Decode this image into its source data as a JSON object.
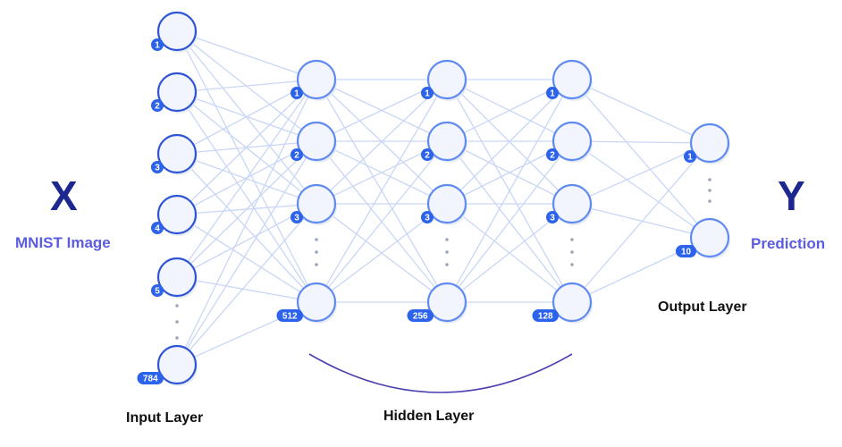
{
  "input_side": {
    "symbol": "X",
    "caption": "MNIST Image"
  },
  "output_side": {
    "symbol": "Y",
    "caption": "Prediction"
  },
  "layer_labels": {
    "input": "Input Layer",
    "hidden": "Hidden Layer",
    "output": "Output Layer"
  },
  "layers": [
    {
      "key": "input",
      "badges": [
        "1",
        "2",
        "3",
        "4",
        "5",
        "784"
      ],
      "ellipsis_before_last": true
    },
    {
      "key": "hidden1",
      "badges": [
        "1",
        "2",
        "3",
        "512"
      ],
      "ellipsis_before_last": true
    },
    {
      "key": "hidden2",
      "badges": [
        "1",
        "2",
        "3",
        "256"
      ],
      "ellipsis_before_last": true
    },
    {
      "key": "hidden3",
      "badges": [
        "1",
        "2",
        "3",
        "128"
      ],
      "ellipsis_before_last": true
    },
    {
      "key": "output",
      "badges": [
        "1",
        "10"
      ],
      "ellipsis_before_last": true
    }
  ],
  "colors": {
    "edge": "#c9d6f5",
    "node_fill": "#f2f5fd",
    "node_stroke_input": "#2f55d4",
    "node_stroke_other": "#5f8af2",
    "badge": "#2d63ea",
    "symbol": "#1c2790",
    "caption": "#5b5ce0",
    "brace": "#4a3fb0"
  }
}
